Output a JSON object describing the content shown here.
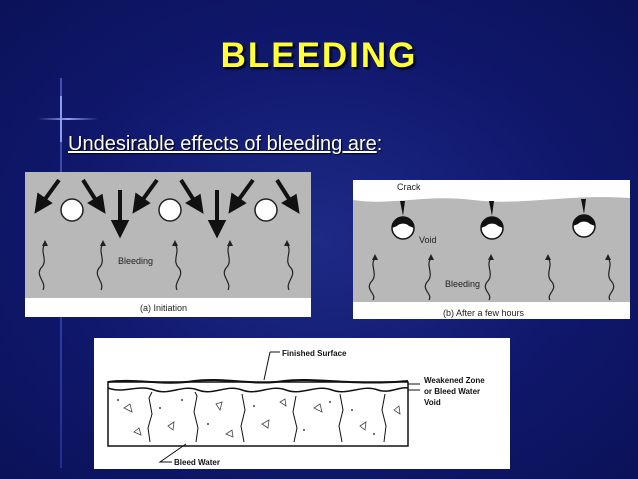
{
  "slide": {
    "title": "BLEEDING",
    "subtitle_main": "Undesirable effects of bleeding are",
    "subtitle_colon": ":"
  },
  "figure_a": {
    "label_bleeding": "Bleeding",
    "caption": "(a) Initiation"
  },
  "figure_b": {
    "label_crack": "Crack",
    "label_void": "Void",
    "label_bleeding": "Bleeding",
    "caption": "(b) After a few hours"
  },
  "figure_c": {
    "label_finished_surface": "Finished Surface",
    "label_weakened_line1": "Weakened Zone",
    "label_weakened_line2": "or Bleed Water",
    "label_weakened_line3": "Void",
    "label_bleed_water": "Bleed Water"
  },
  "colors": {
    "title": "#ffff33",
    "background": "#131c78",
    "concrete": "#b7b7b7"
  }
}
